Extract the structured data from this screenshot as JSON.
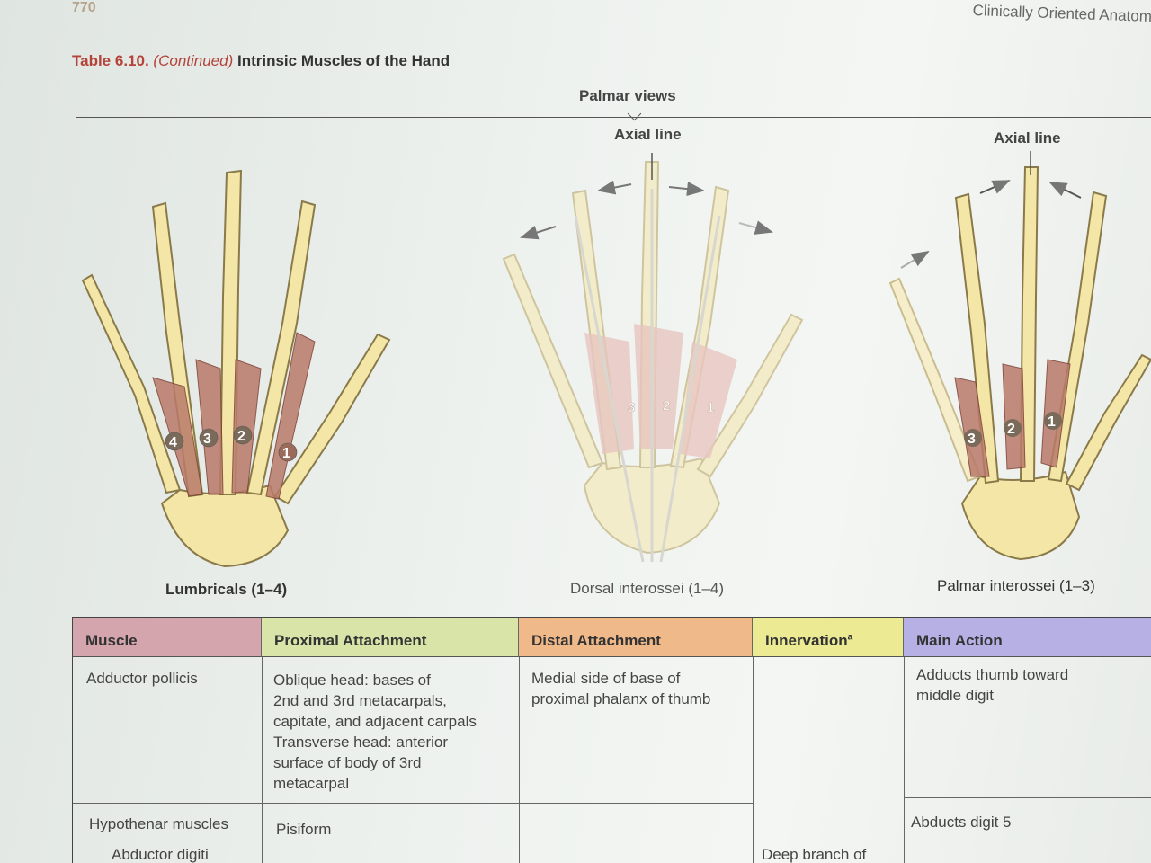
{
  "header": {
    "page_number": "770",
    "running_head": "Clinically Oriented Anatom"
  },
  "table_title": {
    "number": "Table 6.10.",
    "continued": "(Continued)",
    "title": "Intrinsic Muscles of the Hand"
  },
  "figure": {
    "views_heading": "Palmar views",
    "axial_labels": [
      "Axial line",
      "Axial line"
    ],
    "panels": [
      {
        "caption": "Lumbricals (1–4)",
        "numbers": [
          "4",
          "3",
          "2",
          "1"
        ]
      },
      {
        "caption": "Dorsal interossei (1–4)",
        "numbers": [
          "3",
          "2",
          "1"
        ]
      },
      {
        "caption": "Palmar interossei (1–3)",
        "numbers": [
          "3",
          "2",
          "1"
        ]
      }
    ]
  },
  "table": {
    "headers": [
      {
        "label": "Muscle",
        "color": "#d4a5ad"
      },
      {
        "label": "Proximal Attachment",
        "color": "#d8e4a8"
      },
      {
        "label": "Distal Attachment",
        "color": "#f0b98a"
      },
      {
        "label": "Innervation",
        "sup": "a",
        "color": "#eceb94"
      },
      {
        "label": "Main Action",
        "color": "#b6b0e4"
      }
    ],
    "rows": [
      {
        "muscle": "Adductor pollicis",
        "proximal": "Oblique head: bases of\n2nd and 3rd metacarpals,\ncapitate, and adjacent carpals\nTransverse head: anterior\nsurface of body of 3rd\nmetacarpal",
        "distal": "Medial side of base of\nproximal phalanx of thumb",
        "action": "Adducts thumb toward\nmiddle digit"
      },
      {
        "muscle": "Hypothenar muscles",
        "sub_muscle": "Abductor digiti",
        "proximal": "Pisiform",
        "action": "Abducts digit 5",
        "innervation": "Deep branch of"
      }
    ]
  }
}
